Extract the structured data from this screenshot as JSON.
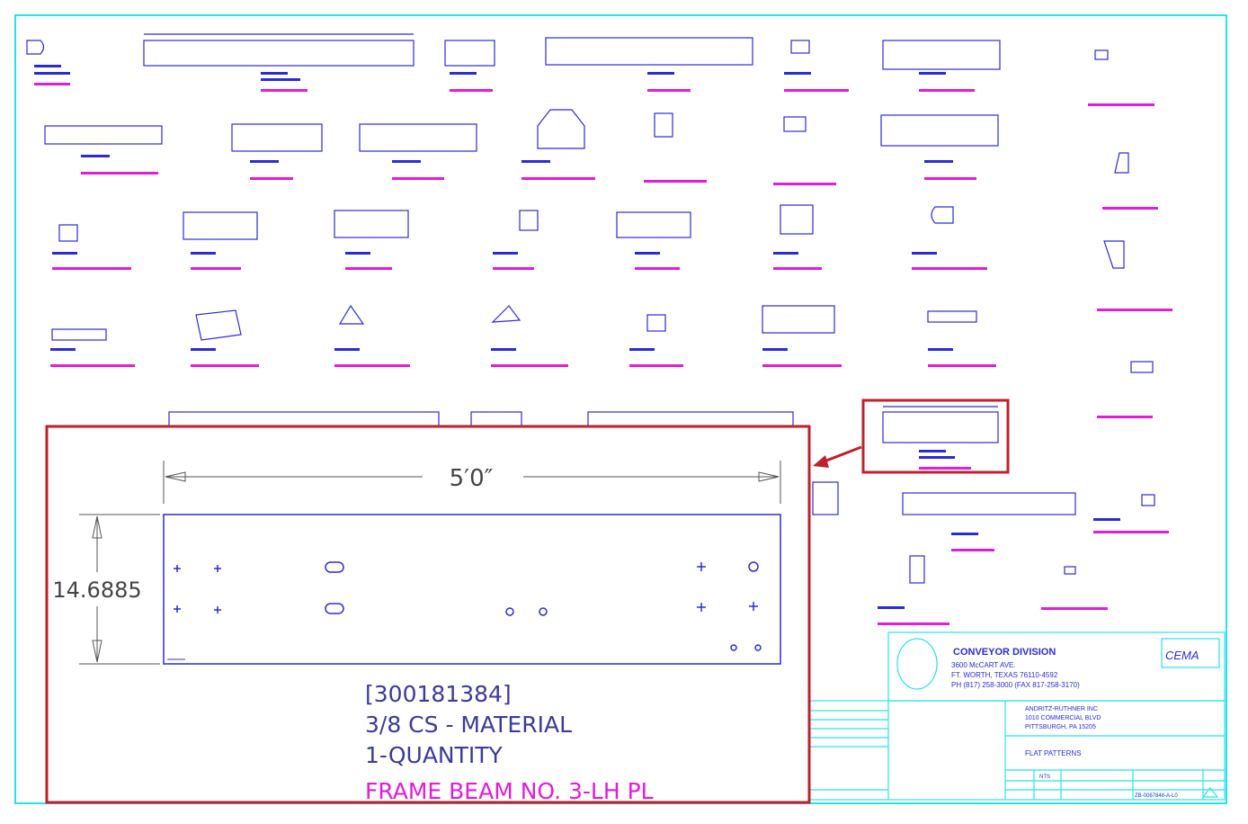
{
  "drawing": {
    "sheet_border_color": "#27e3e8",
    "part_color": "#2b2bd6",
    "label_color": "#e21cd8",
    "callout_color": "#c0202a"
  },
  "zoom": {
    "width_dim": "5′0″",
    "height_dim": "14.6885",
    "part_number": "[300181384]",
    "material": "3/8 CS - MATERIAL",
    "quantity": "1-QUANTITY",
    "part_name": "FRAME BEAM NO. 3-LH PL"
  },
  "title_block": {
    "company": "CONVEYOR DIVISION",
    "address1": "3600 McCART AVE.",
    "address2": "FT. WORTH, TEXAS  76110-4592",
    "phone": "PH (817) 258-3000 (FAX 817-258-3170)",
    "customer": "ANDRITZ-RUTHNER INC",
    "customer_address1": "1010 COMMERCIAL BLVD",
    "customer_address2": "PITTSBURGH, PA 15205",
    "title": "FLAT PATTERNS",
    "scale": "NTS",
    "drawing_number": "ZB-0067848-A-L0",
    "logo": "CEMA"
  }
}
